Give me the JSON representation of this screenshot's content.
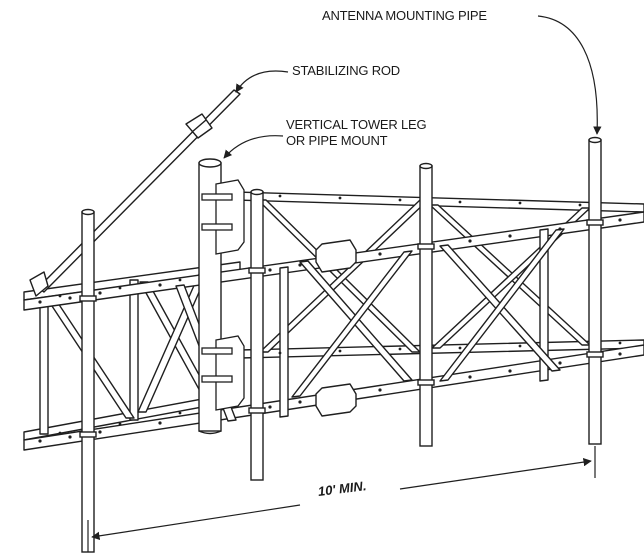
{
  "labels": {
    "antenna_mounting_pipe": "ANTENNA MOUNTING PIPE",
    "stabilizing_rod": "STABILIZING ROD",
    "vertical_tower_leg_line1": "VERTICAL TOWER LEG",
    "vertical_tower_leg_line2": "OR PIPE MOUNT",
    "dimension": "10' MIN."
  },
  "colors": {
    "line": "#1f1f1f",
    "fill": "#ffffff",
    "text": "#1a1a1a"
  }
}
